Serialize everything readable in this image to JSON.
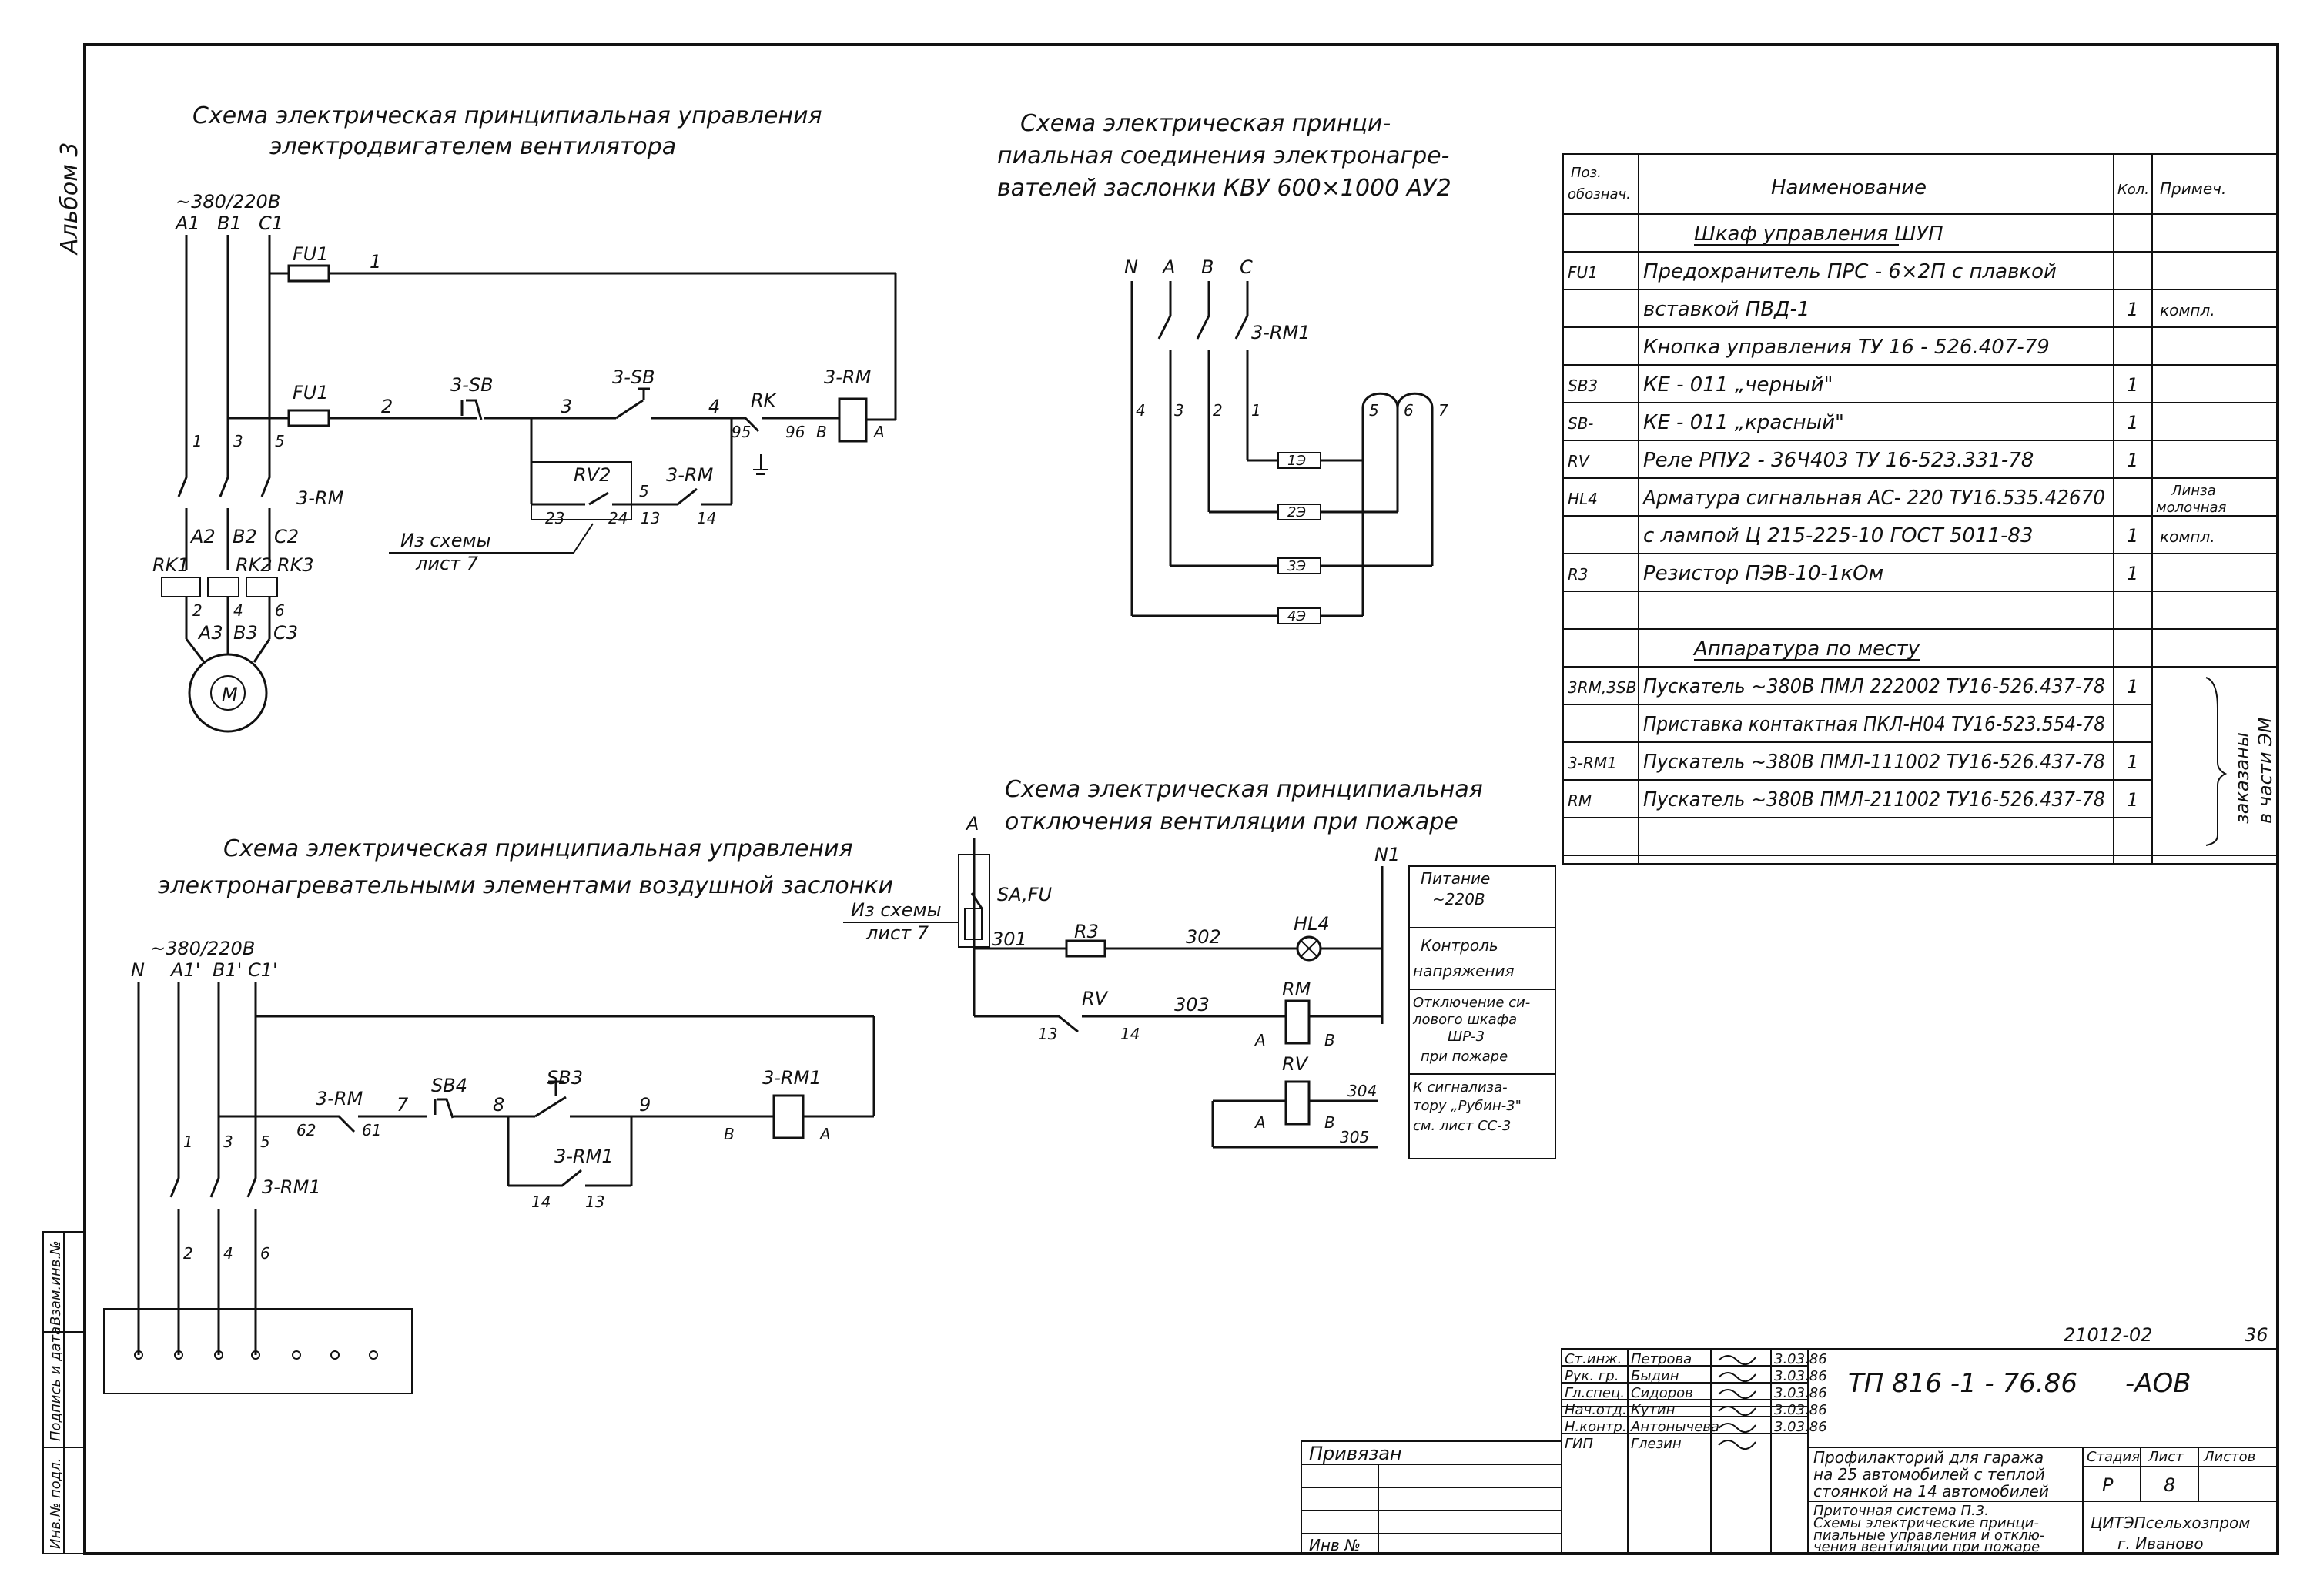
{
  "sheet": {
    "album": "Альбом 3",
    "page_number": "36",
    "doc_code": "21012-02"
  },
  "fan_scheme": {
    "title1": "Схема   электрическая принципиальная управления",
    "title2": "электродвигателем вентилятора",
    "supply": "~380/220В",
    "phases": [
      "A1",
      "B1",
      "C1"
    ],
    "fu_top": "FU1",
    "fu_mid": "FU1",
    "wire1": "1",
    "wire2": "2",
    "wire3": "3",
    "wire4": "4",
    "sb_stop": "3-SB",
    "sb_start": "3-SB",
    "rk": "RK",
    "rk_c1": "95",
    "rk_c2": "96",
    "coil": "3-RM",
    "coil_b": "B",
    "coil_a": "A",
    "rv2": "RV2",
    "rv2_23": "23",
    "rv2_24": "24",
    "rm_contact": "3-RM",
    "rm_c1": "5",
    "rm_c13": "13",
    "rm_c14": "14",
    "ref1": "Из схемы",
    "ref2": "лист 7",
    "main_contacts": "3-RM",
    "top_nums": [
      "1",
      "3",
      "5"
    ],
    "outs": [
      "A2",
      "B2",
      "C2"
    ],
    "relays": [
      "RK1",
      "RK2",
      "RK3"
    ],
    "relay_nums": [
      "2",
      "4",
      "6"
    ],
    "motor_terms": [
      "A3",
      "B3",
      "C3"
    ],
    "motor": "M"
  },
  "heater_conn": {
    "title1": "Схема    электрическая  принци-",
    "title2": "пиальная   соединения  электронагре-",
    "title3": "вателей   заслонки  КВУ 600×1000 АУ2",
    "phases": [
      "N",
      "A",
      "B",
      "C"
    ],
    "contactor": "3-RM1",
    "terms": [
      "4",
      "3",
      "2",
      "1"
    ],
    "right_terms": [
      "5",
      "6",
      "7"
    ],
    "elements": [
      "1Э",
      "2Э",
      "3Э",
      "4Э"
    ]
  },
  "heater_ctrl": {
    "title1": "Схема  электрическая    принципиальная  управления",
    "title2": "электронагревательными  элементами воздушной заслонки",
    "supply": "~380/220В",
    "phases": [
      "N",
      "A1'",
      "B1'",
      "C1'"
    ],
    "c1": "3-RM",
    "c1_a": "62",
    "c1_b": "61",
    "w7": "7",
    "sb4": "SB4",
    "w8": "8",
    "sb3": "SB3",
    "w9": "9",
    "coil": "3-RM1",
    "coil_b": "B",
    "coil_a": "A",
    "self_hold": "3-RM1",
    "sh_14": "14",
    "sh_13": "13",
    "top_nums": [
      "1",
      "3",
      "5"
    ],
    "main_contacts": "3-RM1",
    "bot_nums": [
      "2",
      "4",
      "6"
    ]
  },
  "fire_scheme": {
    "title1": "Схема электрическая  принципиальная",
    "title2": "отключения вентиляции  при пожаре",
    "phase_a": "A",
    "phase_n": "N1",
    "safu": "SA,FU",
    "ref1": "Из схемы",
    "ref2": "лист 7",
    "w301": "301",
    "r3": "R3",
    "w302": "302",
    "hl4": "HL4",
    "rv": "RV",
    "rv13": "13",
    "rv14": "14",
    "w303": "303",
    "rm": "RM",
    "rm_a": "A",
    "rm_b": "B",
    "rv_coil": "RV",
    "rv_a": "A",
    "rv_b": "B",
    "w304": "304",
    "w305": "305",
    "notes": [
      [
        "Питание",
        "~220В"
      ],
      [
        "Контроль",
        "напряжения"
      ],
      [
        "Отключение си-",
        "лового шкафа",
        "ШР-3",
        "при пожаре"
      ],
      [
        "К сигнализа-",
        "тору „Рубин-3\"",
        "см. лист  СС-3"
      ]
    ]
  },
  "spec": {
    "headers": {
      "pos1": "Поз.",
      "pos2": "обознач.",
      "name": "Наименование",
      "qty": "Кол.",
      "note": "Примеч."
    },
    "rows": [
      {
        "pos": "",
        "name": "Шкаф управления ШУП",
        "qty": "",
        "note": "",
        "underline": true
      },
      {
        "pos": "FU1",
        "name": "Предохранитель  ПРС - 6×2П  с  плавкой",
        "qty": "",
        "note": ""
      },
      {
        "pos": "",
        "name": "вставкой  ПВД-1",
        "qty": "1",
        "note": "компл."
      },
      {
        "pos": "",
        "name": "Кнопка  управления  ТУ 16 - 526.407-79",
        "qty": "",
        "note": ""
      },
      {
        "pos": "SB3",
        "name": "КЕ - 011 „черный\"",
        "qty": "1",
        "note": ""
      },
      {
        "pos": "SB-",
        "name": "КЕ - 011 „красный\"",
        "qty": "1",
        "note": ""
      },
      {
        "pos": "RV",
        "name": "Реле  РПУ2 - 36Ч403 ТУ 16-523.331-78",
        "qty": "1",
        "note": ""
      },
      {
        "pos": "HL4",
        "name": "Арматура сигнальная  АС- 220 ТУ16.535.42670",
        "qty": "",
        "note": "Линза молочная"
      },
      {
        "pos": "",
        "name": "с лампой  Ц 215-225-10 ГОСТ 5011-83",
        "qty": "1",
        "note": "компл."
      },
      {
        "pos": "R3",
        "name": "Резистор  ПЭВ-10-1кОм",
        "qty": "1",
        "note": ""
      },
      {
        "pos": "",
        "name": "",
        "qty": "",
        "note": ""
      },
      {
        "pos": "",
        "name": "Аппаратура  по  месту",
        "qty": "",
        "note": "",
        "underline": true
      },
      {
        "pos": "3RM,3SB",
        "name": "Пускатель ~380В ПМЛ 222002  ТУ16-526.437-78",
        "qty": "1",
        "note": ""
      },
      {
        "pos": "",
        "name": "Приставка контактная ПКЛ-Н04 ТУ16-523.554-78",
        "qty": "",
        "note": ""
      },
      {
        "pos": "3-RM1",
        "name": "Пускатель ~380В ПМЛ-111002 ТУ16-526.437-78",
        "qty": "1",
        "note": ""
      },
      {
        "pos": "RM",
        "name": "Пускатель ~380В ПМЛ-211002 ТУ16-526.437-78",
        "qty": "1",
        "note": ""
      },
      {
        "pos": "",
        "name": "",
        "qty": "",
        "note": ""
      }
    ],
    "side_note1": "заказаны",
    "side_note2": "в части ЭМ"
  },
  "side_stamp": [
    "Инв.№ подл.",
    "Подпись и дата",
    "Взам.инв.№"
  ],
  "title_block": {
    "roles": [
      "Ст.инж.",
      "Рук. гр.",
      "Гл.спец.",
      "Нач.отд.",
      "Н.контр.",
      "ГИП"
    ],
    "names": [
      "Петрова",
      "Быдин",
      "Сидоров",
      "Кутин",
      "Антонычева",
      "Глезин"
    ],
    "dates": [
      "3.03.86",
      "3.03.86",
      "3.03.86",
      "3.03.86",
      "3.03.86",
      ""
    ],
    "doc_number": "ТП 816 -1 - 76.86",
    "doc_suffix": "-АОВ",
    "object1": "Профилакторий для гаража",
    "object2": "на  25 автомобилей с теплой",
    "object3": "стоянкой на 14 автомобилей",
    "sheet_desc1": "Приточная система П.3.",
    "sheet_desc2": "Схемы электрические принци-",
    "sheet_desc3": "пиальные управления и отклю-",
    "sheet_desc4": "чения вентиляции при пожаре",
    "stage_h": "Стадия",
    "sheet_h": "Лист",
    "sheets_h": "Листов",
    "stage": "Р",
    "sheet": "8",
    "org1": "ЦИТЭПсельхозпром",
    "org2": "г. Иваново",
    "linked": "Привязан",
    "inv": "Инв №"
  }
}
